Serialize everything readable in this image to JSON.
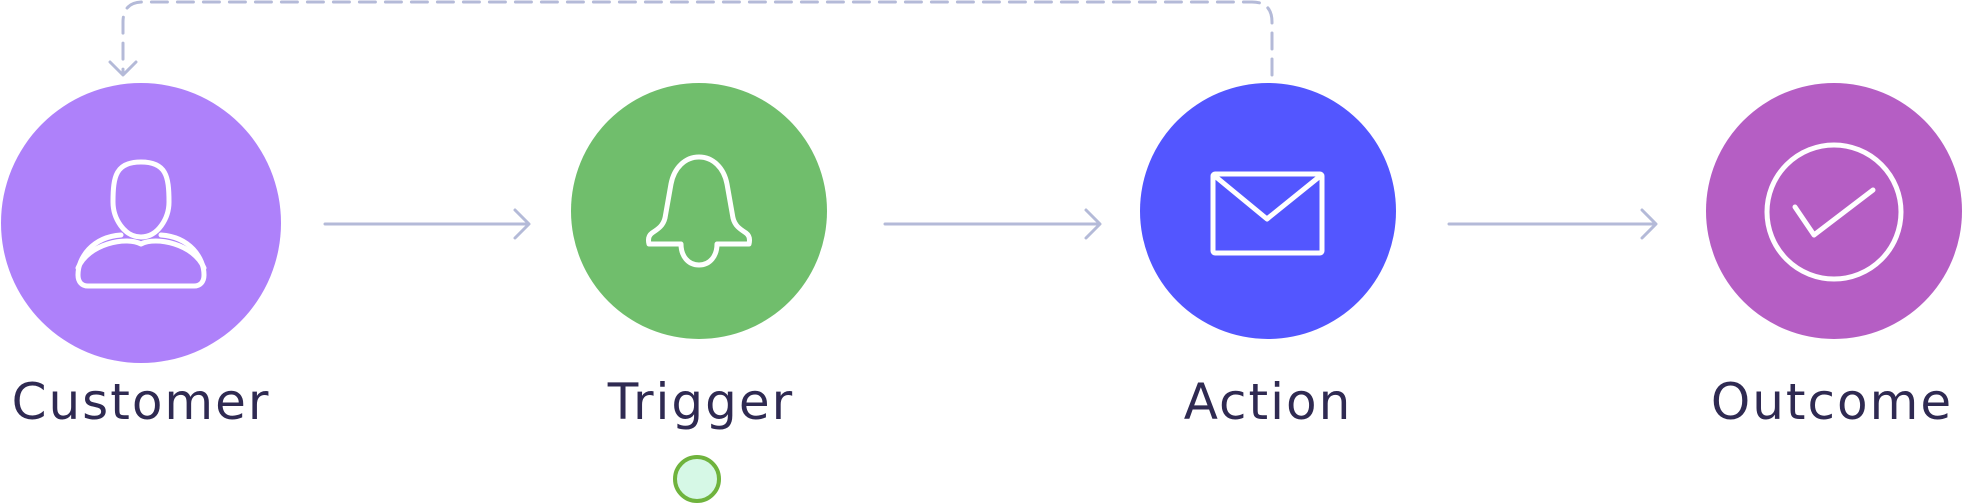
{
  "colors": {
    "customer": "#AE81FA",
    "trigger": "#70BE6C",
    "action": "#5356FF",
    "outcome": "#B55EC4",
    "connector": "#B4BAD8",
    "label_text": "#2F2A52",
    "icon_stroke": "#FFFFFF",
    "indicator_fill": "#D6F8E6",
    "indicator_stroke": "#6FB33D"
  },
  "nodes": [
    {
      "id": "customer",
      "label": "Customer",
      "icon": "user-icon"
    },
    {
      "id": "trigger",
      "label": "Trigger",
      "icon": "bell-icon"
    },
    {
      "id": "action",
      "label": "Action",
      "icon": "envelope-icon"
    },
    {
      "id": "outcome",
      "label": "Outcome",
      "icon": "checkmark-circle-icon"
    }
  ],
  "edges": [
    {
      "from": "customer",
      "to": "trigger",
      "style": "solid"
    },
    {
      "from": "trigger",
      "to": "action",
      "style": "solid"
    },
    {
      "from": "action",
      "to": "outcome",
      "style": "solid"
    },
    {
      "from": "action",
      "to": "customer",
      "style": "dashed"
    }
  ],
  "indicator": {
    "attached_to": "trigger",
    "shape": "circle"
  }
}
